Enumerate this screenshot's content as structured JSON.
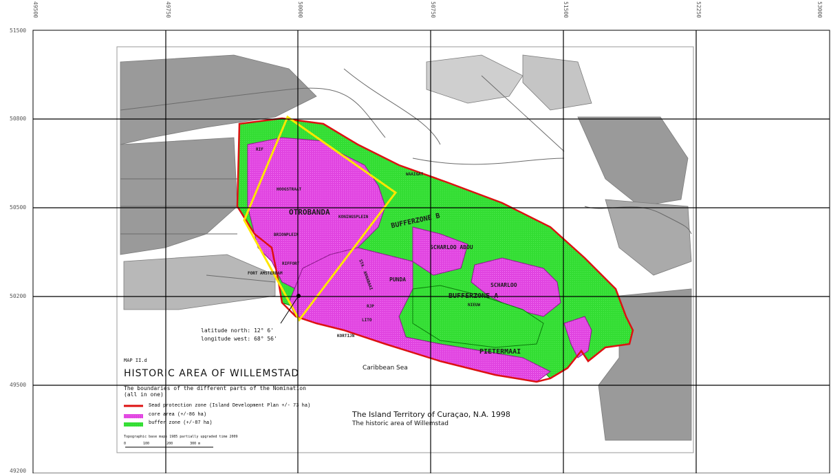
{
  "map": {
    "title_small": "MAP II.d",
    "title": "HISTORIC AREA OF WILLEMSTAD",
    "description": "The boundaries of the different parts of the Nomination\n(all in one)",
    "legend": [
      {
        "label": "Sead protection zone (Island Development Plan +/- 73 ha)",
        "color": "#e01b1b",
        "type": "line"
      },
      {
        "label": "core area (+/-86 ha)",
        "color": "#e040e0",
        "type": "fill"
      },
      {
        "label": "buffer zone (+/-87 ha)",
        "color": "#22dd22",
        "type": "fill"
      }
    ],
    "legend_note": "Topographic base maps 1985 partially upgraded time 2009",
    "scale_labels": [
      "0",
      "100",
      "200",
      "300 m"
    ],
    "credit_line1": "The Island Territory of Curaçao, N.A. 1998",
    "credit_line2": "The historic area of Willemstad",
    "sea_label": "Caribbean Sea",
    "coords": {
      "lat": "latitude north: 12° 6'",
      "lon": "longitude west: 68° 56'"
    },
    "grid_top_labels": [
      "49500",
      "49750",
      "50000",
      "50750",
      "51500",
      "52250",
      "53000"
    ],
    "grid_left_labels": [
      "51500",
      "50800",
      "50500",
      "50200",
      "49500",
      "49200"
    ],
    "districts": {
      "otrobanda": "OTROBANDA",
      "punda": "PUNDA",
      "scharloo": "SCHARLOO",
      "pietermaai": "PIETERMAAI",
      "buffer_b": "BUFFERZONE B",
      "buffer_a": "BUFFERZONE A",
      "scharloo_abou": "SCHARLOO ABOU",
      "fortamsterdam": "FORT AMSTERDAM",
      "brionplein": "BRIONPLEIN",
      "koningsplein": "KONINGSPLEIN",
      "hoogstraat": "HOOGSTRAAT",
      "rif": "RIF",
      "waaigat": "WAAIGAT",
      "kortijn": "KORTIJN",
      "sta_anna": "STA. ANNABAAI",
      "riffort": "RIFFORT",
      "nieuw": "NIEUW",
      "rjp": "RJP",
      "lito": "LITO"
    }
  },
  "colors": {
    "buffer": "#33dd33",
    "core": "#e044e0",
    "boundary": "#dd1111",
    "nomination": "#ffee00",
    "gridline": "#000000",
    "topo": "#8a8a8a"
  }
}
